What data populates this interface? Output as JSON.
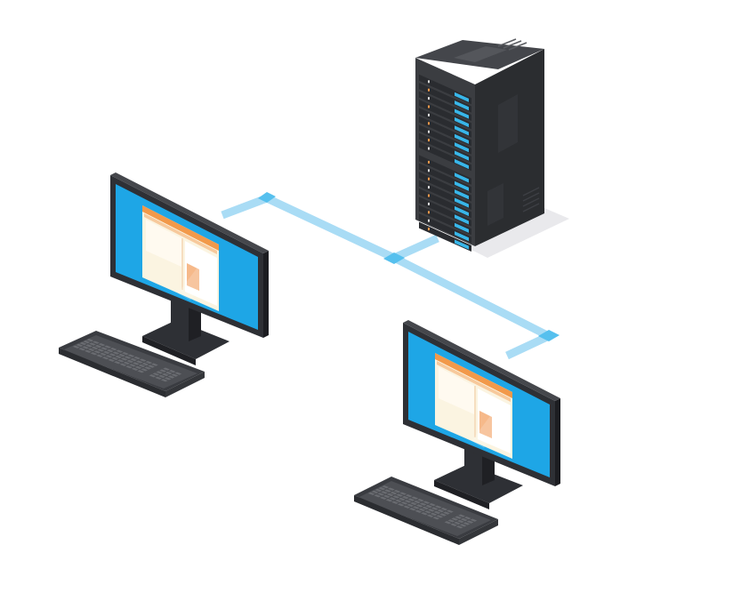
{
  "diagram": {
    "nodes": [
      {
        "id": "server",
        "kind": "server-rack",
        "icon": "server-rack-icon"
      },
      {
        "id": "client-left",
        "kind": "desktop-computer",
        "icon": "desktop-monitor-icon"
      },
      {
        "id": "client-right",
        "kind": "desktop-computer",
        "icon": "desktop-monitor-icon"
      }
    ],
    "connections": [
      {
        "from": "server",
        "to": "client-left"
      },
      {
        "from": "server",
        "to": "client-right"
      }
    ],
    "colors": {
      "background": "#ffffff",
      "network_line": "#a9dcf5",
      "network_joint": "#56c0ee",
      "server_body": "#3b3d41",
      "server_side": "#2b2d30",
      "server_leds": "#38b6e9",
      "monitor_frame": "#2e3035",
      "monitor_screen": "#1ea6e6",
      "app_window": "#fbf4e1",
      "app_titlebar": "#f2994a",
      "keyboard": "#4d4f54"
    }
  }
}
